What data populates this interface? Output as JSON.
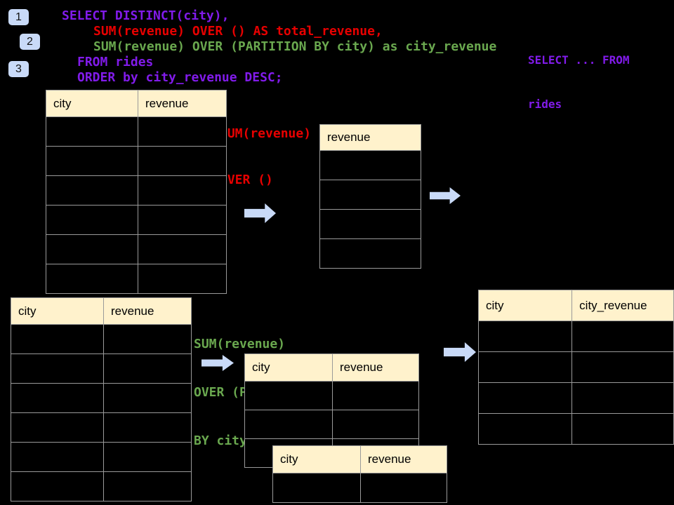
{
  "palette": {
    "background": "#000000",
    "sql_purple": "#811BEA",
    "sql_red": "#E80000",
    "sql_green": "#6AA84F",
    "table_header_bg": "#FFF2CC",
    "table_border": "#9A9A9A",
    "arrow_fill": "#C9DAF8",
    "badge_bg": "#C9DAF8"
  },
  "badges": [
    {
      "label": "1"
    },
    {
      "label": "2"
    },
    {
      "label": "3"
    }
  ],
  "sql_code": {
    "lines": [
      {
        "text": "SELECT DISTINCT(city),",
        "color": "purple"
      },
      {
        "text": "SUM(revenue) OVER () AS total_revenue,",
        "color": "red"
      },
      {
        "text": "SUM(revenue) OVER (PARTITION BY city) as city_revenue",
        "color": "green"
      },
      {
        "text": "FROM rides",
        "color": "purple"
      },
      {
        "text": "ORDER by city_revenue DESC;",
        "color": "purple"
      }
    ]
  },
  "side_note": {
    "lines": [
      "SELECT ... FROM",
      "rides"
    ]
  },
  "annotations": {
    "total_label": {
      "lines": [
        "SUM(revenue)",
        "OVER ()"
      ],
      "color": "red"
    },
    "partition_label": {
      "lines": [
        "SUM(revenue)",
        "OVER (PARTITION",
        "BY city)"
      ],
      "color": "green"
    }
  },
  "tables": {
    "source_top": {
      "headers": [
        "city",
        "revenue"
      ],
      "rows": 6
    },
    "total_result": {
      "headers": [
        "revenue"
      ],
      "rows": 4
    },
    "source_bottom": {
      "headers": [
        "city",
        "revenue"
      ],
      "rows": 6
    },
    "partition_a": {
      "headers": [
        "city",
        "revenue"
      ],
      "rows": 3
    },
    "partition_b": {
      "headers": [
        "city",
        "revenue"
      ],
      "rows": 1
    },
    "city_result": {
      "headers": [
        "city",
        "city_revenue"
      ],
      "rows": 4
    }
  }
}
